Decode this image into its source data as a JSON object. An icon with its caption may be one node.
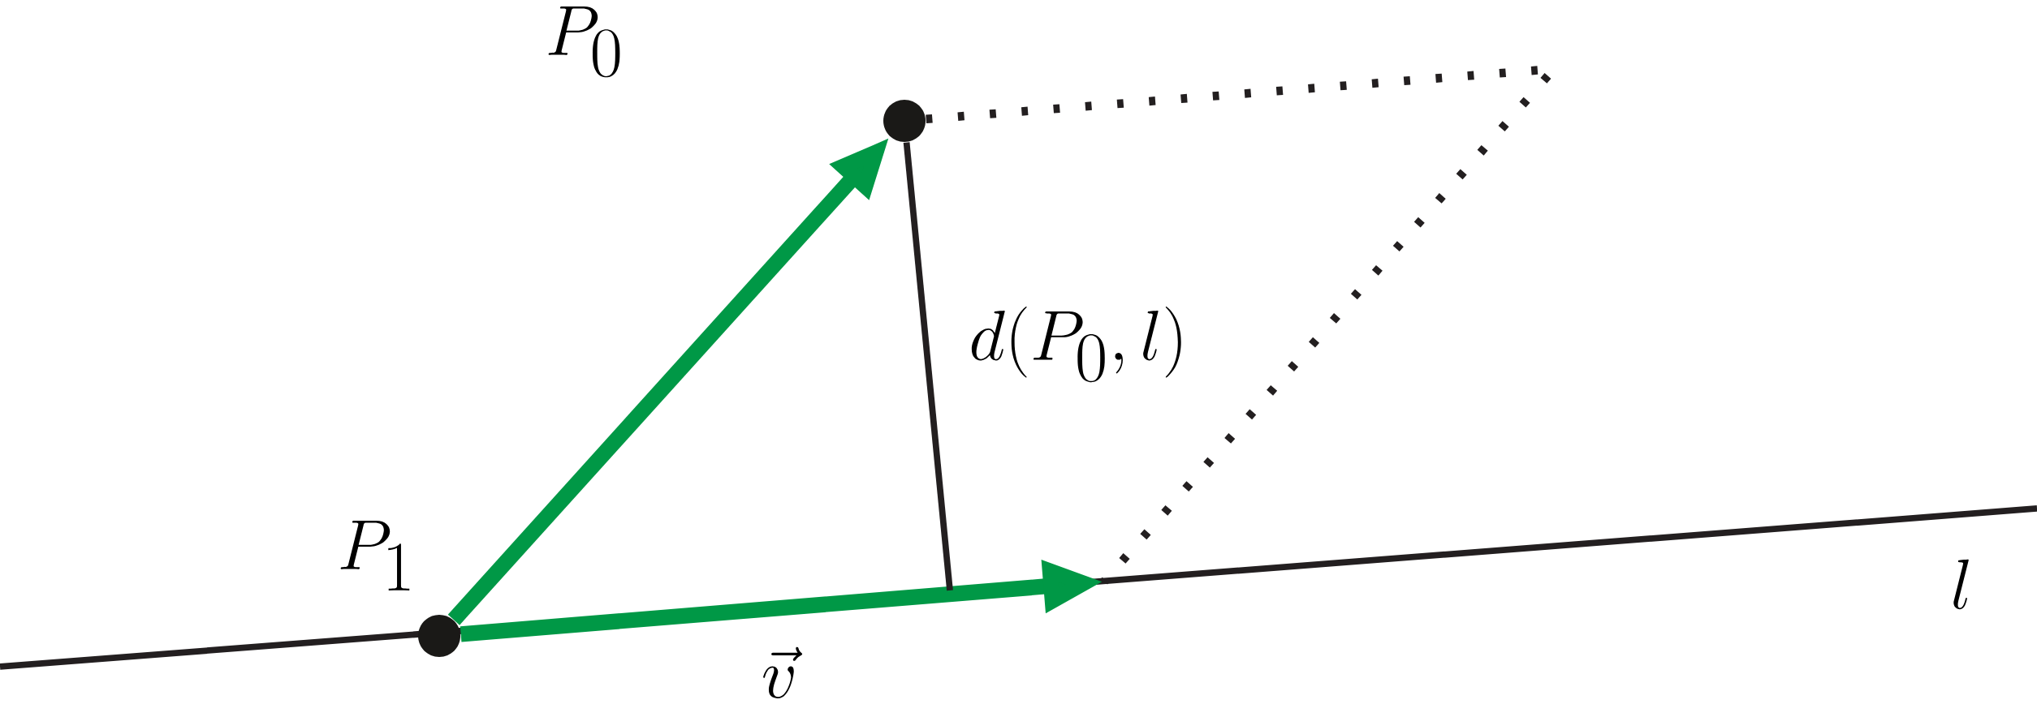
{
  "diagram": {
    "nodes": [
      {
        "text": [],
        "shape": "circle"
      },
      {
        "text": [],
        "shape": "circle"
      }
    ],
    "edges": [
      {
        "from": 1,
        "to": 0,
        "arrow": "to",
        "style": "thick",
        "color": "#009846"
      },
      {
        "from": 1,
        "to": null,
        "arrow": "to",
        "style": "thick",
        "color": "#009846",
        "label": "\\vec{v}"
      },
      {
        "from": 0,
        "to": null,
        "arrow": "none",
        "label": "d(P_0, l)",
        "color": "#231f20"
      },
      {
        "from": 0,
        "to": null,
        "arrow": "none",
        "style": "dashed",
        "color": "#231f20"
      }
    ],
    "labels": [
      "P_0",
      "P_1",
      "l"
    ]
  }
}
